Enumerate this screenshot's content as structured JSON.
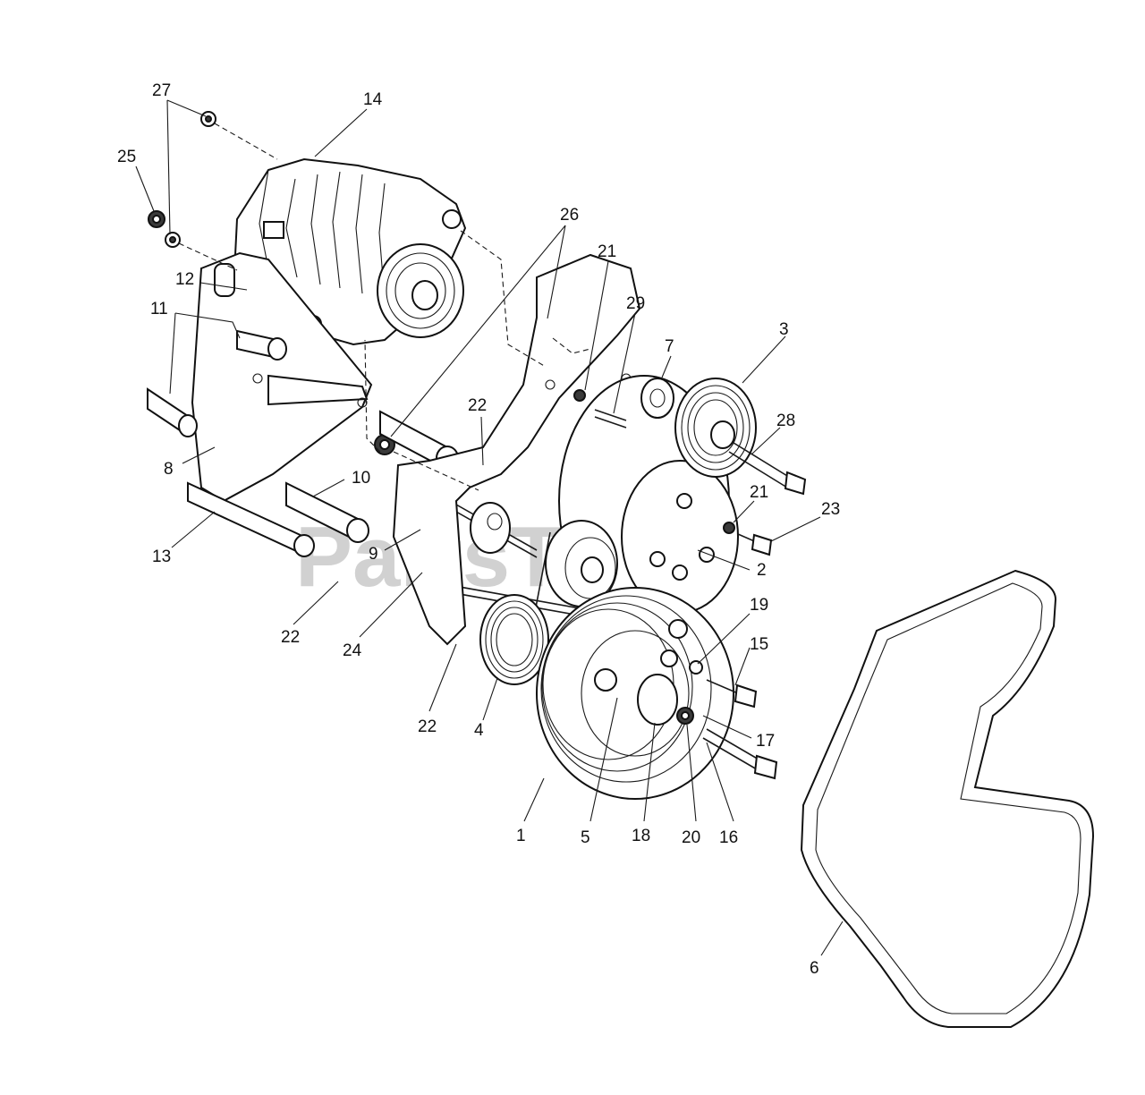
{
  "watermark": "PartsTree",
  "callouts": [
    {
      "label": "27",
      "part": "washer"
    },
    {
      "label": "14",
      "part": "alternator"
    },
    {
      "label": "25",
      "part": "nut"
    },
    {
      "label": "12",
      "part": "spacer"
    },
    {
      "label": "11",
      "part": "spacer"
    },
    {
      "label": "26",
      "part": "nut"
    },
    {
      "label": "21",
      "part": "nut"
    },
    {
      "label": "29",
      "part": "bolt"
    },
    {
      "label": "7",
      "part": "spacer"
    },
    {
      "label": "3",
      "part": "idler-pulley"
    },
    {
      "label": "28",
      "part": "bolt"
    },
    {
      "label": "22",
      "part": "bolt"
    },
    {
      "label": "8",
      "part": "bracket"
    },
    {
      "label": "10",
      "part": "spacer"
    },
    {
      "label": "21",
      "part": "nut"
    },
    {
      "label": "23",
      "part": "bolt"
    },
    {
      "label": "13",
      "part": "bolt"
    },
    {
      "label": "9",
      "part": "spacer"
    },
    {
      "label": "2",
      "part": "hub"
    },
    {
      "label": "19",
      "part": "washer"
    },
    {
      "label": "15",
      "part": "bolt"
    },
    {
      "label": "22",
      "part": "bolt"
    },
    {
      "label": "24",
      "part": "bracket"
    },
    {
      "label": "17",
      "part": "bolt"
    },
    {
      "label": "22",
      "part": "bolt"
    },
    {
      "label": "4",
      "part": "tensioner-pulley"
    },
    {
      "label": "1",
      "part": "drive-pulley"
    },
    {
      "label": "5",
      "part": "idler-pulley"
    },
    {
      "label": "18",
      "part": "spacer"
    },
    {
      "label": "20",
      "part": "nut"
    },
    {
      "label": "16",
      "part": "bolt"
    },
    {
      "label": "6",
      "part": "belt"
    }
  ]
}
